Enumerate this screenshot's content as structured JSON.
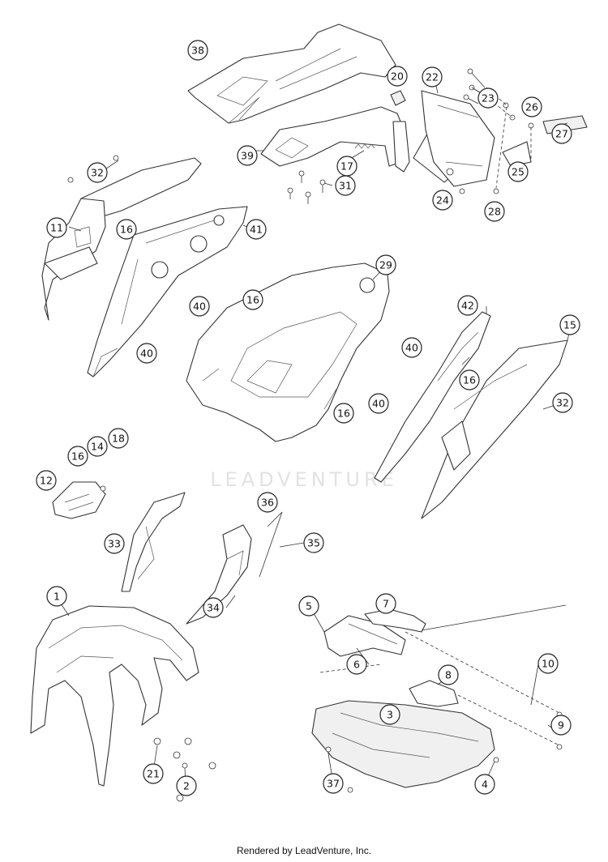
{
  "footer_credit": "Rendered by LeadVenture, Inc.",
  "watermark_text": "LEADVENTURE",
  "callouts": [
    "38",
    "20",
    "22",
    "23",
    "26",
    "27",
    "39",
    "17",
    "31",
    "24",
    "25",
    "28",
    "32",
    "11",
    "16",
    "41",
    "40",
    "40",
    "16",
    "29",
    "42",
    "15",
    "40",
    "16",
    "32",
    "40",
    "16",
    "16",
    "14",
    "18",
    "12",
    "33",
    "36",
    "35",
    "34",
    "1",
    "5",
    "7",
    "6",
    "10",
    "8",
    "3",
    "9",
    "21",
    "2",
    "37",
    "4"
  ]
}
